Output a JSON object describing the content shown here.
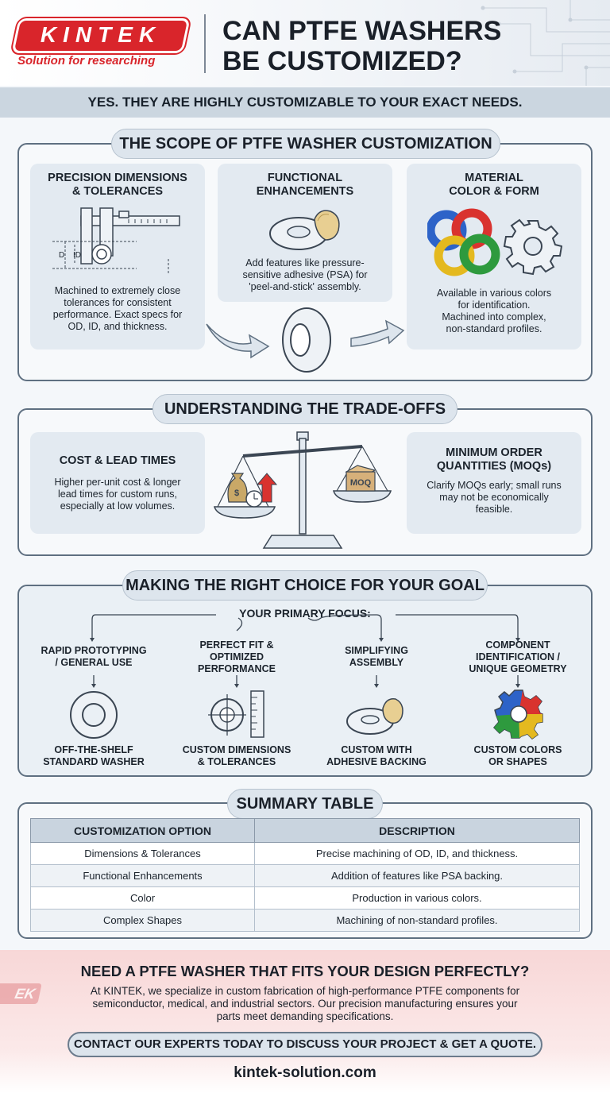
{
  "header": {
    "logo": "KINTEK",
    "tagline": "Solution for researching",
    "title_line1": "CAN PTFE WASHERS",
    "title_line2": "BE CUSTOMIZED?"
  },
  "answer": "YES. THEY ARE HIGHLY CUSTOMIZABLE TO YOUR EXACT NEEDS.",
  "scope": {
    "title": "THE SCOPE OF PTFE WASHER CUSTOMIZATION",
    "cards": [
      {
        "title1": "PRECISION DIMENSIONS",
        "title2": "& TOLERANCES",
        "text": [
          "Machined to extremely close",
          "tolerances for consistent",
          "performance. Exact specs for",
          "OD, ID, and thickness."
        ],
        "labels": {
          "d": "D",
          "id": "ID"
        }
      },
      {
        "title1": "FUNCTIONAL",
        "title2": "ENHANCEMENTS",
        "text": [
          "Add features like pressure-",
          "sensitive adhesive (PSA) for",
          "'peel-and-stick' assembly."
        ]
      },
      {
        "title1": "MATERIAL",
        "title2": "COLOR & FORM",
        "text": [
          "Available in various colors",
          "for identification.",
          "Machined into complex,",
          "non-standard profiles."
        ]
      }
    ]
  },
  "tradeoffs": {
    "title": "UNDERSTANDING THE TRADE-OFFS",
    "left": {
      "title": "COST & LEAD TIMES",
      "text": [
        "Higher per-unit cost & longer",
        "lead times for custom runs,",
        "especially at low volumes."
      ]
    },
    "right": {
      "title1": "MINIMUM ORDER",
      "title2": "QUANTITIES (MOQs)",
      "text": [
        "Clarify MOQs early; small runs",
        "may not be economically",
        "feasible."
      ]
    },
    "moq_box": "MOQ"
  },
  "choice": {
    "title": "MAKING THE RIGHT CHOICE FOR YOUR GOAL",
    "focus": "YOUR PRIMARY FOCUS:",
    "options": [
      {
        "top": [
          "RAPID PROTOTYPING",
          "/ GENERAL USE"
        ],
        "bottom": [
          "OFF-THE-SHELF",
          "STANDARD WASHER"
        ]
      },
      {
        "top": [
          "PERFECT FIT &",
          "OPTIMIZED",
          "PERFORMANCE"
        ],
        "bottom": [
          "CUSTOM DIMENSIONS",
          "& TOLERANCES"
        ]
      },
      {
        "top": [
          "SIMPLIFYING",
          "ASSEMBLY"
        ],
        "bottom": [
          "CUSTOM WITH",
          "ADHESIVE BACKING"
        ]
      },
      {
        "top": [
          "COMPONENT",
          "IDENTIFICATION /",
          "UNIQUE GEOMETRY"
        ],
        "bottom": [
          "CUSTOM COLORS",
          "OR SHAPES"
        ]
      }
    ]
  },
  "summary": {
    "title": "SUMMARY TABLE",
    "headers": [
      "CUSTOMIZATION OPTION",
      "DESCRIPTION"
    ],
    "rows": [
      [
        "Dimensions & Tolerances",
        "Precise machining of OD, ID, and thickness."
      ],
      [
        "Functional Enhancements",
        "Addition of features like PSA backing."
      ],
      [
        "Color",
        "Production in various colors."
      ],
      [
        "Complex Shapes",
        "Machining of non-standard profiles."
      ]
    ]
  },
  "cta": {
    "title": "NEED A PTFE WASHER THAT FITS YOUR DESIGN PERFECTLY?",
    "body": [
      "At KINTEK, we specialize in custom fabrication of high-performance PTFE components for",
      "semiconductor, medical, and industrial sectors. Our precision manufacturing ensures your",
      "parts meet demanding specifications."
    ],
    "button": "CONTACT OUR EXPERTS TODAY TO DISCUSS YOUR PROJECT & GET A QUOTE.",
    "website": "kintek-solution.com",
    "ghost_logo": "EK"
  },
  "colors": {
    "brand_red": "#d9252b",
    "section_border": "#5f7081",
    "card_bg": "#e3eaf1"
  }
}
